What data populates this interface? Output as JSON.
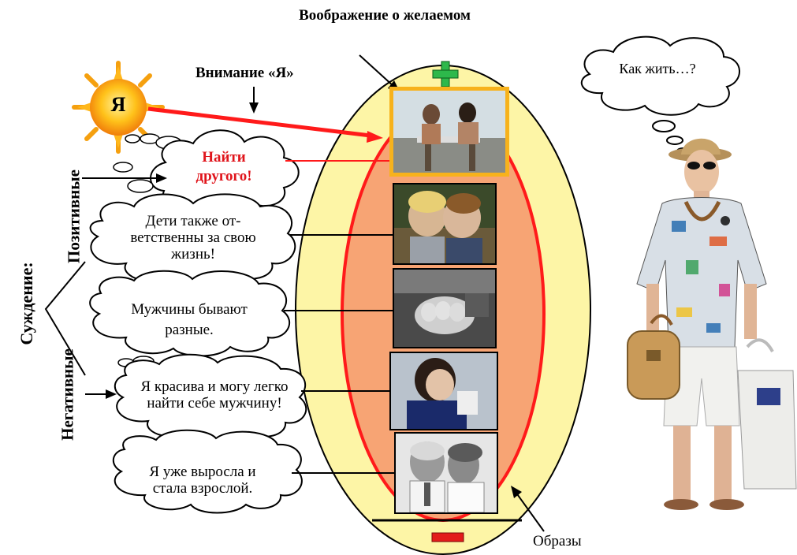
{
  "top_label": "Воображение о желаемом",
  "attention_label": "Внимание «Я»",
  "sun_label": "Я",
  "thought_right": "Как жить…?",
  "find_other": "Найти другого!",
  "judgment_label": "Суждение:",
  "positive_label": "Позитивные",
  "negative_label": "Негативные",
  "clouds": [
    "Дети также от-ветственны за свою жизнь!",
    "Мужчины бывают разные.",
    "Я красива и могу легко найти себе мужчину!",
    "Я уже выросла и стала взрослой."
  ],
  "images_label": "Образы",
  "plus_symbol": "+",
  "minus_symbol": "−",
  "colors": {
    "outer_ellipse": "#fdf5a6",
    "inner_ellipse": "#f7a474",
    "red_line": "#ff1a1a",
    "plus_green": "#2db84b",
    "minus_red": "#e31b1b",
    "frame_orange": "#f7b21c",
    "find_other_text": "#e0141b"
  },
  "icons": [
    "sun-icon",
    "plus-icon",
    "minus-icon",
    "thought-cloud-icon",
    "arrow-icon"
  ]
}
